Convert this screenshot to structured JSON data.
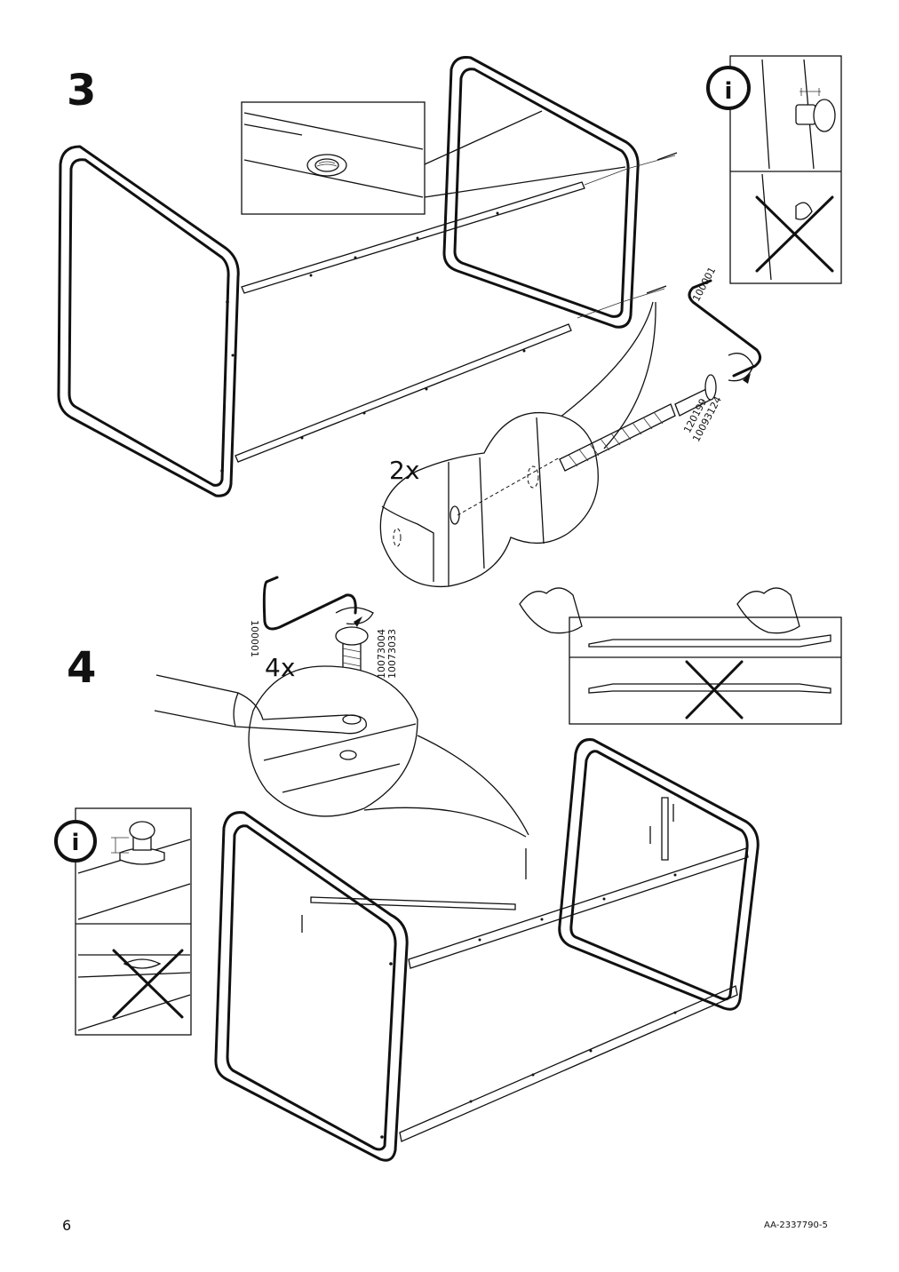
{
  "steps": {
    "step3": {
      "number": "3",
      "quantity": "2x",
      "parts": {
        "wrench": "100001",
        "bolt_a": "120199",
        "bolt_b": "10093124"
      }
    },
    "step4": {
      "number": "4",
      "quantity": "4x",
      "parts": {
        "wrench": "100001",
        "bolt_a": "10073004",
        "bolt_b": "10073033"
      }
    }
  },
  "icons": {
    "info_icon_glyph": "i"
  },
  "footer": {
    "page_number": "6",
    "doc_code": "AA-2337790-5"
  }
}
